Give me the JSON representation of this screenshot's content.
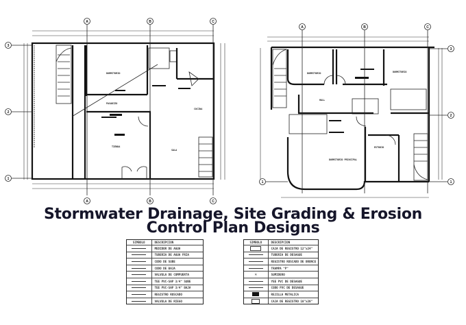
{
  "title": {
    "line1": "Stormwater Drainage, Site Grading & Erosion",
    "line2": "Control Plan Designs"
  },
  "plans": [
    {
      "grid_columns": [
        "A",
        "B",
        "C"
      ],
      "grid_rows": [
        "3",
        "2",
        "1"
      ],
      "rooms": [
        "DORMITORIO",
        "PASADIZO",
        "COCINA",
        "TIENDA",
        "SALA"
      ]
    },
    {
      "grid_columns": [
        "A",
        "B",
        "C"
      ],
      "grid_rows": [
        "3",
        "2",
        "1"
      ],
      "rooms": [
        "DORMITORIO",
        "DORMITORIO",
        "HALL",
        "DORMITORIO PRINCIPAL",
        "ESTUDIO"
      ]
    }
  ],
  "legend_water": {
    "header": [
      "SIMBOLO",
      "DESCRIPCION"
    ],
    "items": [
      "MEDIDOR DE AGUA",
      "TUBERIA DE AGUA FRIA",
      "CODO DE SUBE",
      "CODO DE BAJA",
      "VALVULA DE COMPUERTA",
      "TEE PVC-SAP 3/4\" SUBE",
      "TEE PVC-SAP 3/4\" BAJA",
      "REGISTRO ROSCADO",
      "VALVULA DE RIEGO"
    ]
  },
  "legend_drain": {
    "header": [
      "SIMBOLO",
      "DESCRIPCION"
    ],
    "items": [
      "CAJA DE REGISTRO 12\"x24\"",
      "TUBERIA DE DESAGUE",
      "REGISTRO ROSCADO DE BRONCE",
      "TRAMPA \"P\"",
      "SUMIDERO",
      "YEE PVC DE DESAGUE",
      "CODO PVC DE DESAGUE",
      "REJILLA METALICA",
      "CAJA DE REGISTRO 10\"x20\""
    ]
  },
  "colors": {
    "title": "#16162a",
    "lines": "#111111",
    "background": "#ffffff"
  }
}
